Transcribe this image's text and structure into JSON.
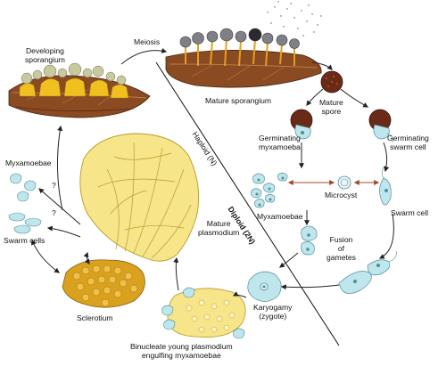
{
  "labels": {
    "developing_sporangium": "Developing\nsporangium",
    "meiosis": "Meiosis",
    "mature_sporangium": "Mature sporangium",
    "mature_spore": "Mature\nspore",
    "germinating_myxamoeba": "Germinating\nmyxamoeba",
    "germinating_swarm_cell": "Germinating\nswarm cell",
    "myxamoebae_left": "Myxamoebae",
    "question_1": "?",
    "question_2": "?",
    "swarm_cells_left": "Swarm cells",
    "sclerotium": "Sclerotium",
    "mature_plasmodium": "Mature\nplasmodium",
    "microcyst": "Microcyst",
    "myxamoebae_center": "Myxamoebae",
    "swarm_cell": "Swarm cell",
    "fusion_of_gametes": "Fusion\nof\ngametes",
    "karyogamy": "Karyogamy\n(zygote)",
    "binucleate": "Binucleate young plasmodium\nengulfing myxamoebae",
    "haploid": "Haploid (N)",
    "diploid": "Diploid (2N)"
  },
  "colors": {
    "plasmodium_yellow": "#f7e58a",
    "plasmodium_outline": "#b89a2a",
    "sclerotium_gold": "#d9a11e",
    "leaf_brown": "#8a4a22",
    "spore_dark": "#6a2a18",
    "cell_teal": "#bfe6ec",
    "cell_outline": "#4f8f98",
    "arrow": "#222222",
    "double_arrow": "#a0492a"
  }
}
